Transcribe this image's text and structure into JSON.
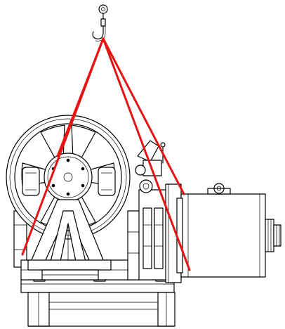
{
  "diagram": {
    "subject": "traction-machine-lifting-rig",
    "colors": {
      "background": "#ffffff",
      "line_art": "#000000",
      "sling": "#e41414"
    },
    "components": [
      "lifting-eye",
      "crane-hook",
      "lifting-slings",
      "traction-sheave",
      "gearbox-housing",
      "support-frame",
      "brake-assembly",
      "electric-motor",
      "motor-eyebolt",
      "encoder",
      "base-frame"
    ]
  }
}
